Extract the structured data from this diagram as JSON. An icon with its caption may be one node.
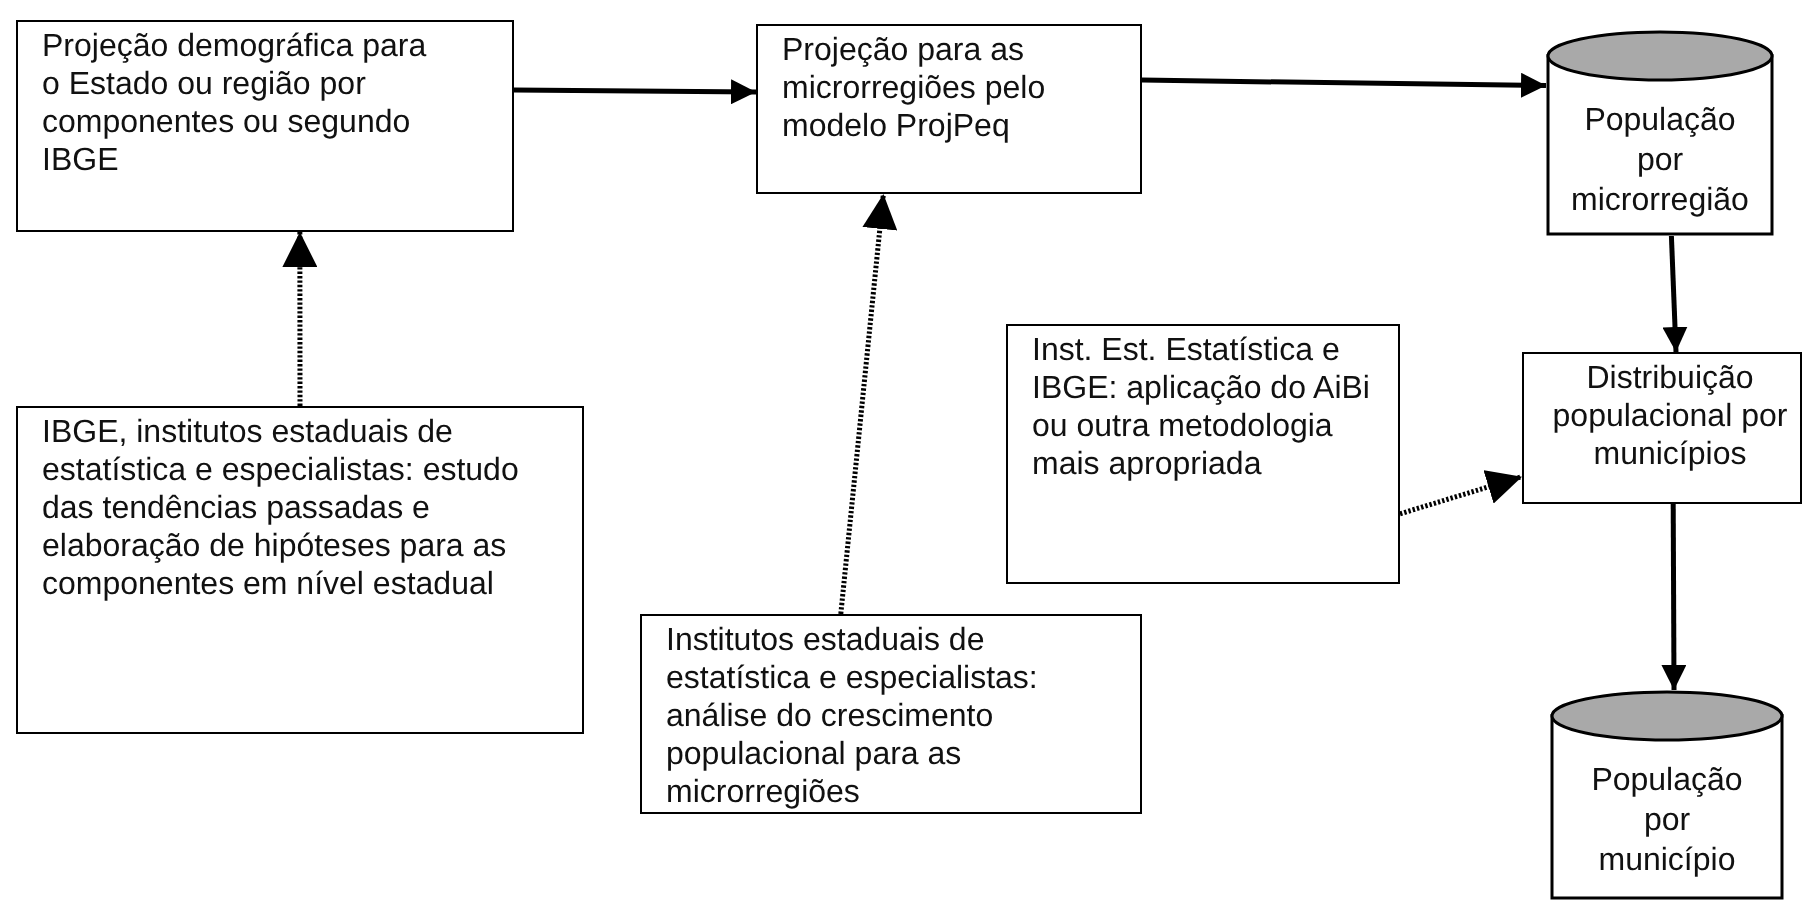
{
  "diagram": {
    "nodes": [
      {
        "text": [
          "Projeção demográfica para o Estado ou região por componentes ou segundo IBGE"
        ]
      },
      {
        "text": [
          "Projeção para as microrregiões pelo modelo ProjPeq"
        ]
      },
      {
        "text": [
          "População por microrregião"
        ]
      },
      {
        "text": [
          "IBGE, institutos estaduais de estatística e especialistas: estudo das tendências passadas e elaboração de hipóteses para as componentes em nível estadual"
        ]
      },
      {
        "text": [
          "Institutos estaduais de estatística e especialistas: análise do crescimento populacional para as microrregiões"
        ]
      },
      {
        "text": [
          "Inst. Est. Estatística e IBGE: aplicação do AiBi ou outra metodologia mais apropriada"
        ]
      },
      {
        "text": [
          "Distribuição populacional por municípios"
        ]
      },
      {
        "text": [
          "População por município"
        ]
      }
    ],
    "edges": [
      {
        "from": 0,
        "to": 1,
        "arrow": "to"
      },
      {
        "from": 1,
        "to": 2,
        "arrow": "to"
      },
      {
        "from": 3,
        "to": 0,
        "arrow": "to",
        "style": "dashed"
      },
      {
        "from": 4,
        "to": 1,
        "arrow": "to",
        "style": "dashed"
      },
      {
        "from": 2,
        "to": 6,
        "arrow": "to"
      },
      {
        "from": 5,
        "to": 6,
        "arrow": "to",
        "style": "dashed"
      },
      {
        "from": 6,
        "to": 7,
        "arrow": "to"
      }
    ]
  }
}
